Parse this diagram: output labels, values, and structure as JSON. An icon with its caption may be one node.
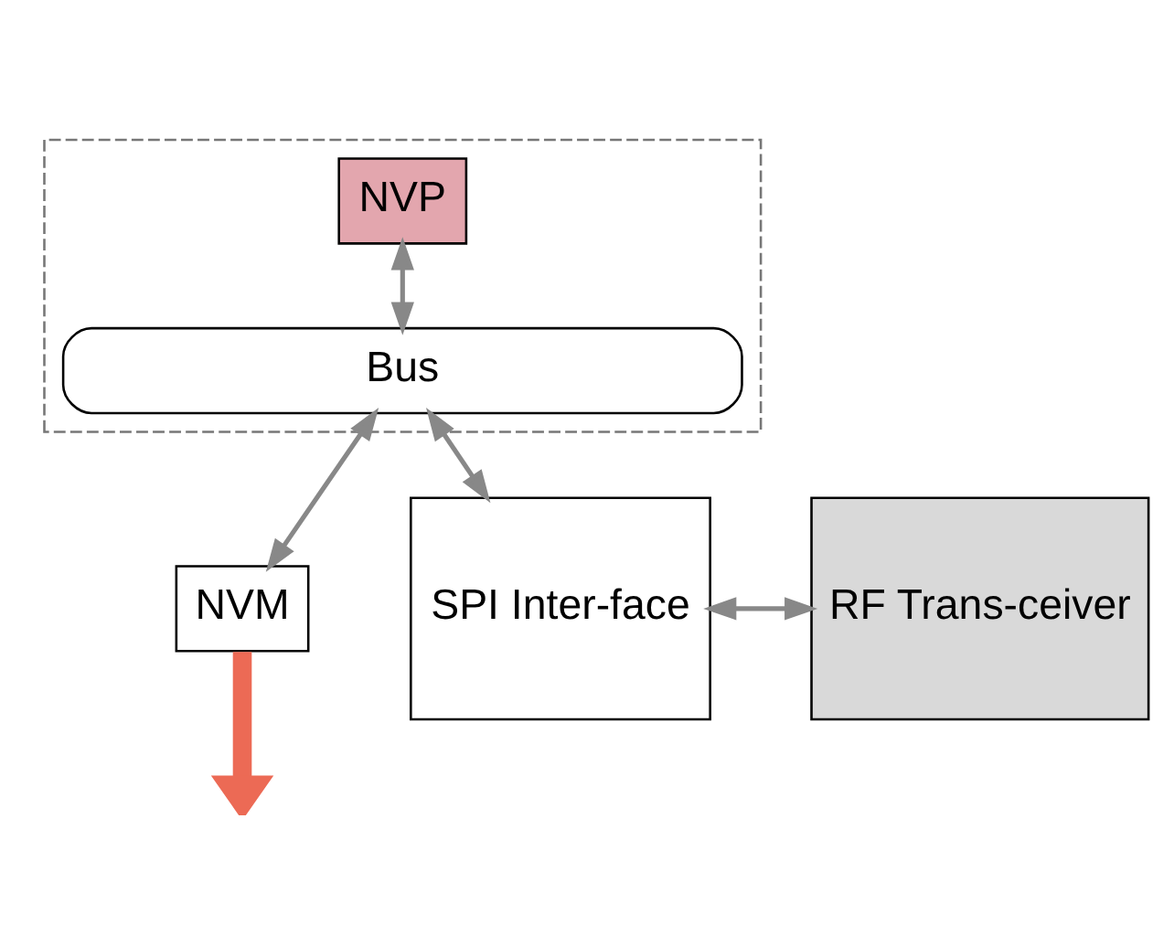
{
  "diagram": {
    "nodes": [
      {
        "text": [],
        "shape": "box"
      },
      {
        "text": [
          "NVP"
        ],
        "in": 0
      },
      {
        "text": [
          "Bus"
        ],
        "in": 0
      },
      {
        "text": [
          "NVM"
        ]
      },
      {
        "text": [
          "SPI Inter-face"
        ]
      },
      {
        "text": [
          "RF Trans-ceiver"
        ]
      }
    ],
    "edges": [
      {
        "from": 1,
        "to": 2,
        "arrow": "both"
      },
      {
        "from": 2,
        "to": 4,
        "arrow": "both"
      },
      {
        "from": 2,
        "to": 3,
        "arrow": "both"
      },
      {
        "from": 4,
        "to": 5,
        "arrow": "both"
      },
      {
        "from": 3,
        "to": null,
        "arrow": "to",
        "style": "thick",
        "color": "#ec6a55"
      }
    ]
  }
}
